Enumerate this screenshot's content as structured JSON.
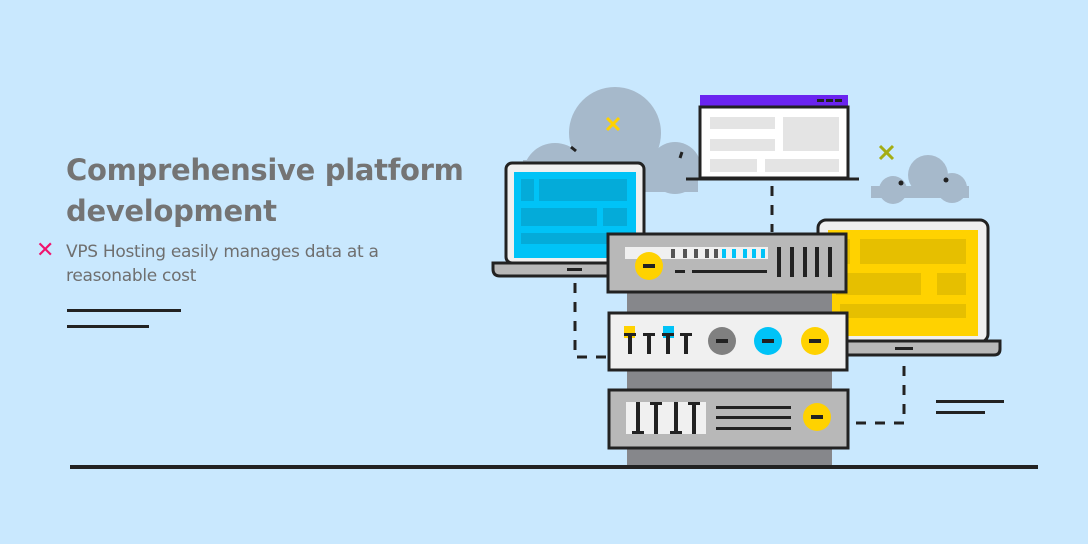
{
  "hero": {
    "headline": "Comprehensive platform development",
    "bullets": [
      {
        "icon": "x-mark-icon",
        "text": "VPS Hosting easily manages data at a reasonable cost"
      }
    ]
  },
  "illustration": {
    "description": "Server rack connected to laptops and a browser window",
    "colors": {
      "background": "#c9e8fe",
      "accent_pink": "#f0136d",
      "accent_yellow": "#ffd200",
      "accent_cyan": "#00c3f7",
      "accent_purple": "#6a24f0",
      "accent_olive": "#a4ad14",
      "cloud": "#a6b9cb",
      "outline": "#222222"
    }
  }
}
